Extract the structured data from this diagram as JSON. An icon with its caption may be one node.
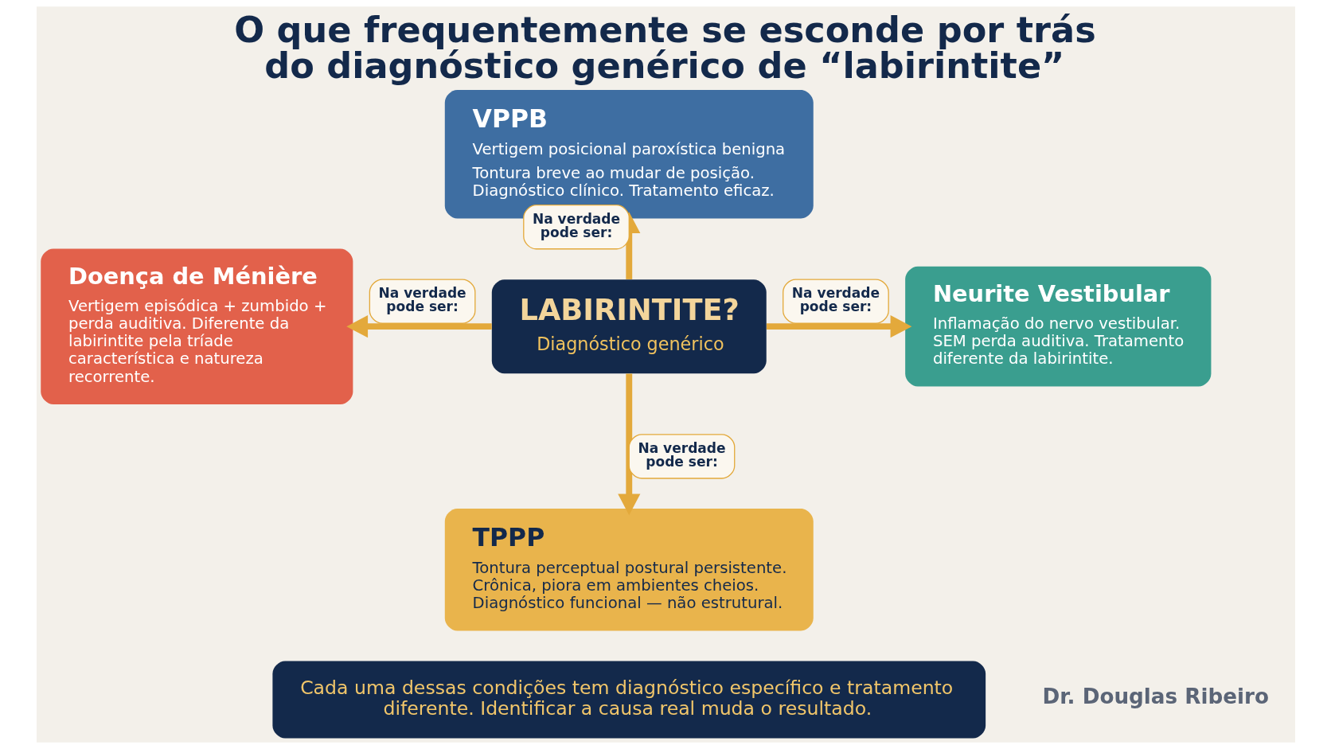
{
  "diagram": {
    "title": "O que frequentemente se esconde por trás do diagnóstico genérico de “labirintite”",
    "nodes": [
      {
        "text": [
          "VPPB",
          "Vertigem posicional paroxística benigna",
          "Tontura breve ao mudar de posição. Diagnóstico clínico. Tratamento eficaz."
        ]
      },
      {
        "text": [
          "Doença de Ménière",
          "Vertigem episódica + zumbido + perda auditiva. Diferente da labirintite pela tríade característica e natureza recorrente."
        ]
      },
      {
        "text": [
          "LABIRINTITE?",
          "Diagnóstico genérico"
        ]
      },
      {
        "text": [
          "Neurite Vestibular",
          "Inflamação do nervo vestibular. SEM perda auditiva. Tratamento diferente da labirintite."
        ]
      },
      {
        "text": [
          "TPPP",
          "Tontura perceptual postural persistente. Crônica, piora em ambientes cheios. Diagnóstico funcional — não estrutural."
        ]
      },
      {
        "text": [
          "Cada uma dessas condições tem diagnóstico específico e tratamento diferente. Identificar a causa real muda o resultado."
        ]
      }
    ],
    "edges": [
      {
        "from": 2,
        "to": 0,
        "arrow": "to",
        "label": "Na verdade pode ser:"
      },
      {
        "from": 2,
        "to": 1,
        "arrow": "to",
        "label": "Na verdade pode ser:"
      },
      {
        "from": 2,
        "to": 3,
        "arrow": "to",
        "label": "Na verdade pode ser:"
      },
      {
        "from": 2,
        "to": 4,
        "arrow": "to",
        "label": "Na verdade pode ser:"
      }
    ],
    "labels": [
      "Dr. Douglas Ribeiro"
    ]
  }
}
